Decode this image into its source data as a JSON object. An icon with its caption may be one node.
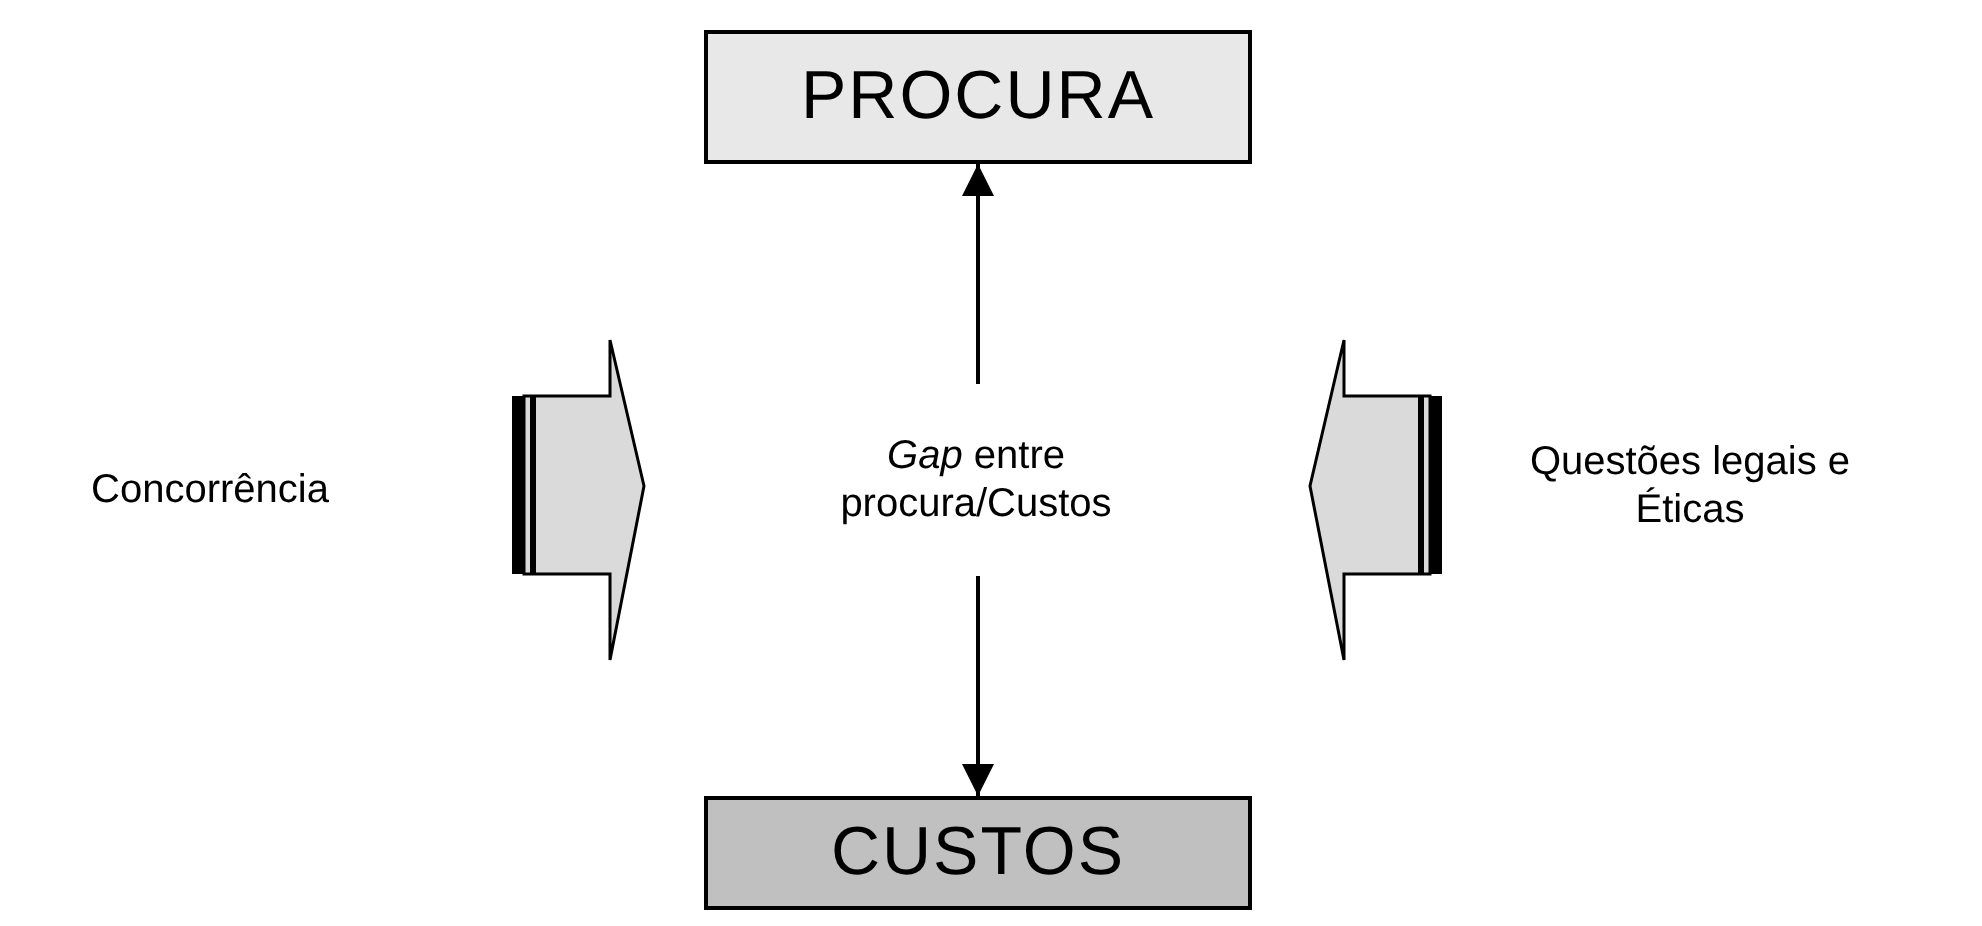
{
  "diagram": {
    "nodes": [
      {
        "text": [
          "PROCURA"
        ]
      },
      {
        "text": [
          "*Gap* entre procura/Custos"
        ]
      },
      {
        "text": [
          "CUSTOS"
        ]
      },
      {
        "text": [
          "Concorrência"
        ]
      },
      {
        "text": [
          "Questões legais e Éticas"
        ]
      },
      {
        "text": [],
        "shape": "arrow"
      },
      {
        "text": [],
        "shape": "arrow"
      }
    ],
    "edges": [
      {
        "from": 1,
        "to": 0,
        "arrow": "to"
      },
      {
        "from": 1,
        "to": 2,
        "arrow": "to"
      }
    ]
  }
}
